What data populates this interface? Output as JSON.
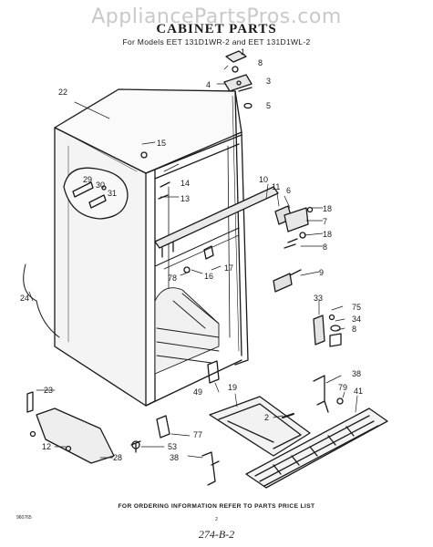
{
  "watermark": "AppliancePartsPros.com",
  "title": "CABINET PARTS",
  "subtitle": "For Models EET 131D1WR-2 and EET 131D1WL-2",
  "footer_note": "FOR ORDERING INFORMATION REFER TO PARTS PRICE LIST",
  "doc_code": "960765",
  "page_number": "2",
  "handwritten_ref": "274-B-2",
  "callouts": {
    "c1": "1",
    "c8a": "8",
    "c3": "3",
    "c4": "4",
    "c5": "5",
    "c22": "22",
    "c15": "15",
    "c14": "14",
    "c13": "13",
    "c10": "10",
    "c11": "11",
    "c6": "6",
    "c18a": "18",
    "c7": "7",
    "c18b": "18",
    "c8b": "8",
    "c29": "29",
    "c30": "30",
    "c31": "31",
    "c17": "17",
    "c78": "78",
    "c16": "16",
    "c9": "9",
    "c24": "24",
    "c33": "33",
    "c75": "75",
    "c34": "34",
    "c8c": "8",
    "c38a": "38",
    "c19": "19",
    "c49": "49",
    "c79": "79",
    "c41": "41",
    "c2": "2",
    "c23": "23",
    "c12": "12",
    "c77": "77",
    "c53": "53",
    "c28": "28",
    "c38b": "38"
  }
}
